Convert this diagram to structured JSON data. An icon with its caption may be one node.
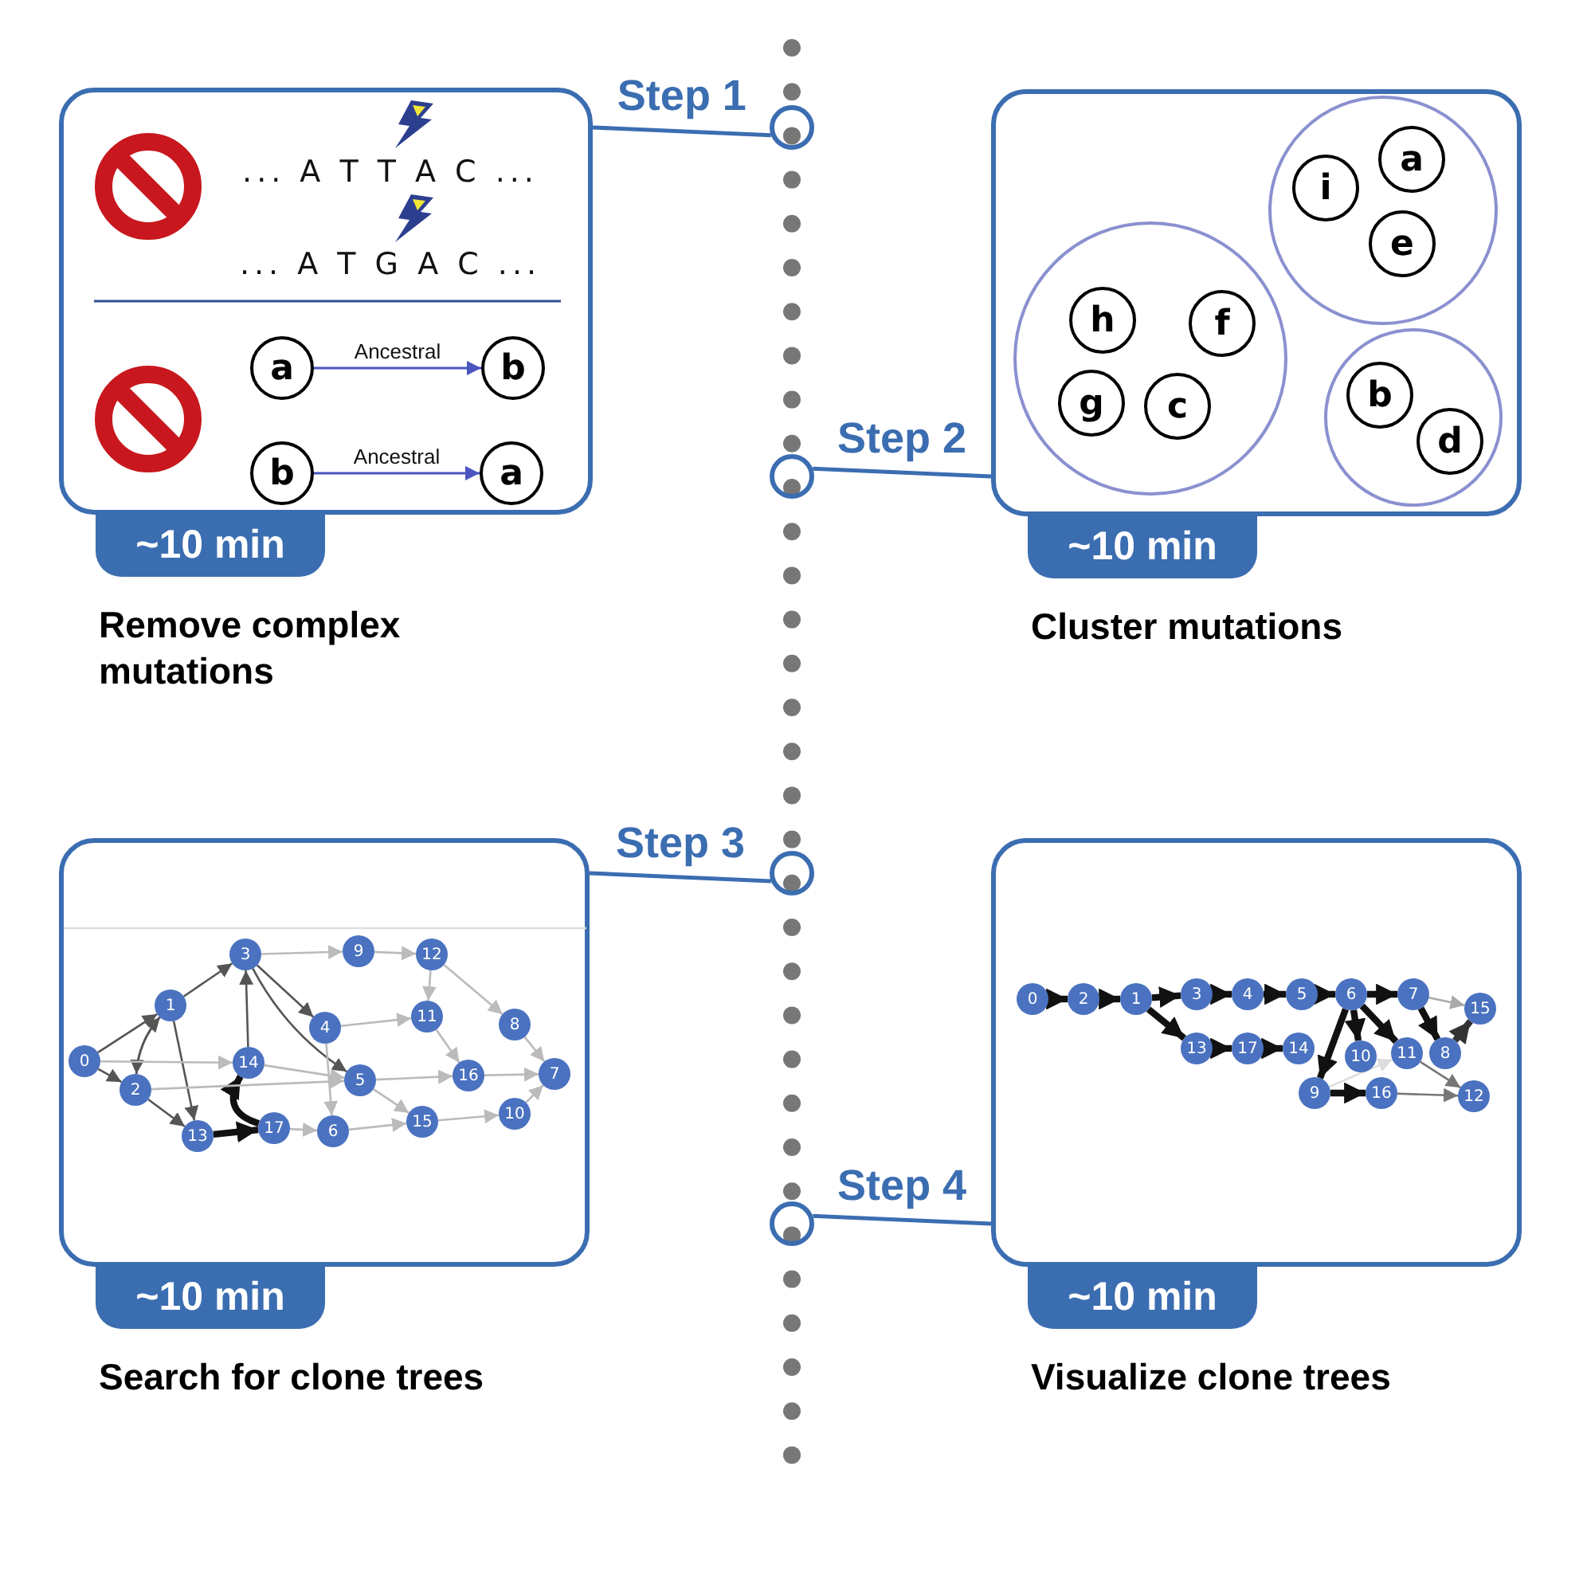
{
  "diagram": {
    "nodes": [
      {
        "text": [],
        "shape": "box",
        "beside": [
          "~10 min",
          "Remove complex mutations"
        ]
      },
      {
        "text": [],
        "shape": "circle"
      },
      {
        "text": [
          "a"
        ],
        "in": 0
      },
      {
        "text": [
          "b"
        ],
        "in": 0
      },
      {
        "text": [
          "b"
        ],
        "in": 0
      },
      {
        "text": [
          "a"
        ],
        "in": 0
      },
      {
        "text": [],
        "shape": "box",
        "beside": [
          "~10 min",
          "Cluster mutations"
        ]
      },
      {
        "text": [],
        "shape": "circle"
      },
      {
        "text": [],
        "shape": "circle",
        "in": 6
      },
      {
        "text": [
          "i"
        ],
        "in": 8
      },
      {
        "text": [
          "a"
        ],
        "in": 8
      },
      {
        "text": [
          "e"
        ],
        "in": 8
      },
      {
        "text": [],
        "shape": "circle",
        "in": 6
      },
      {
        "text": [
          "h"
        ],
        "in": 12
      },
      {
        "text": [
          "f"
        ],
        "in": 12
      },
      {
        "text": [
          "g"
        ],
        "in": 12
      },
      {
        "text": [
          "c"
        ],
        "in": 12
      },
      {
        "text": [],
        "shape": "circle",
        "in": 6
      },
      {
        "text": [
          "b"
        ],
        "in": 17
      },
      {
        "text": [
          "d"
        ],
        "in": 17
      },
      {
        "text": [],
        "shape": "box",
        "beside": [
          "~10 min",
          "Search for clone trees"
        ]
      },
      {
        "text": [],
        "shape": "circle"
      },
      {
        "text": [
          "0"
        ],
        "in": 20
      },
      {
        "text": [
          "1"
        ],
        "in": 20
      },
      {
        "text": [
          "2"
        ],
        "in": 20
      },
      {
        "text": [
          "3"
        ],
        "in": 20
      },
      {
        "text": [
          "4"
        ],
        "in": 20
      },
      {
        "text": [
          "5"
        ],
        "in": 20
      },
      {
        "text": [
          "6"
        ],
        "in": 20
      },
      {
        "text": [
          "7"
        ],
        "in": 20
      },
      {
        "text": [
          "8"
        ],
        "in": 20
      },
      {
        "text": [
          "9"
        ],
        "in": 20
      },
      {
        "text": [
          "10"
        ],
        "in": 20
      },
      {
        "text": [
          "11"
        ],
        "in": 20
      },
      {
        "text": [
          "12"
        ],
        "in": 20
      },
      {
        "text": [
          "13"
        ],
        "in": 20
      },
      {
        "text": [
          "14"
        ],
        "in": 20
      },
      {
        "text": [
          "15"
        ],
        "in": 20
      },
      {
        "text": [
          "16"
        ],
        "in": 20
      },
      {
        "text": [
          "17"
        ],
        "in": 20
      },
      {
        "text": [],
        "shape": "box",
        "beside": [
          "~10 min",
          "Visualize clone trees"
        ]
      },
      {
        "text": [],
        "shape": "circle"
      },
      {
        "text": [
          "0"
        ],
        "in": 40
      },
      {
        "text": [
          "1"
        ],
        "in": 40
      },
      {
        "text": [
          "2"
        ],
        "in": 40
      },
      {
        "text": [
          "3"
        ],
        "in": 40
      },
      {
        "text": [
          "4"
        ],
        "in": 40
      },
      {
        "text": [
          "5"
        ],
        "in": 40
      },
      {
        "text": [
          "6"
        ],
        "in": 40
      },
      {
        "text": [
          "7"
        ],
        "in": 40
      },
      {
        "text": [
          "8"
        ],
        "in": 40
      },
      {
        "text": [
          "9"
        ],
        "in": 40
      },
      {
        "text": [
          "10"
        ],
        "in": 40
      },
      {
        "text": [
          "11"
        ],
        "in": 40
      },
      {
        "text": [
          "12"
        ],
        "in": 40
      },
      {
        "text": [
          "13"
        ],
        "in": 40
      },
      {
        "text": [
          "14"
        ],
        "in": 40
      },
      {
        "text": [
          "15"
        ],
        "in": 40
      },
      {
        "text": [
          "16"
        ],
        "in": 40
      },
      {
        "text": [
          "17"
        ],
        "in": 40
      }
    ],
    "edges": [
      {
        "from": 0,
        "to": 1,
        "arrow": "none",
        "label": "Step 1",
        "color": "#3b6db1"
      },
      {
        "from": 6,
        "to": 7,
        "arrow": "none",
        "label": "Step 2",
        "color": "#3b6db1"
      },
      {
        "from": 20,
        "to": 21,
        "arrow": "none",
        "label": "Step 3",
        "color": "#3b6db1"
      },
      {
        "from": 40,
        "to": 41,
        "arrow": "none",
        "label": "Step 4",
        "color": "#3b6db1"
      },
      {
        "from": 2,
        "to": 3,
        "arrow": "to",
        "label": "Ancestral",
        "color": "#4a55c0"
      },
      {
        "from": 4,
        "to": 5,
        "arrow": "to",
        "label": "Ancestral",
        "color": "#4a55c0"
      },
      {
        "from": 22,
        "to": 23,
        "arrow": "to",
        "color": "#555555"
      },
      {
        "from": 22,
        "to": 24,
        "arrow": "to",
        "color": "#555555"
      },
      {
        "from": 24,
        "to": 23,
        "arrow": "to",
        "color": "#555555"
      },
      {
        "from": 23,
        "to": 24,
        "arrow": "to",
        "color": "#555555"
      },
      {
        "from": 23,
        "to": 35,
        "arrow": "to",
        "color": "#555555"
      },
      {
        "from": 24,
        "to": 35,
        "arrow": "to",
        "color": "#555555"
      },
      {
        "from": 36,
        "to": 25,
        "arrow": "to",
        "color": "#555555"
      },
      {
        "from": 23,
        "to": 25,
        "arrow": "to",
        "color": "#555555"
      },
      {
        "from": 25,
        "to": 26,
        "arrow": "to",
        "color": "#555555"
      },
      {
        "from": 25,
        "to": 27,
        "arrow": "to",
        "color": "#555555"
      },
      {
        "from": 35,
        "to": 39,
        "arrow": "to",
        "style": "thick",
        "color": "#111111"
      },
      {
        "from": 39,
        "to": 36,
        "arrow": "to",
        "style": "thick",
        "color": "#111111"
      },
      {
        "from": 22,
        "to": 36,
        "arrow": "to",
        "color": "#bbbbbb"
      },
      {
        "from": 24,
        "to": 27,
        "arrow": "to",
        "color": "#bbbbbb"
      },
      {
        "from": 25,
        "to": 31,
        "arrow": "to",
        "color": "#bbbbbb"
      },
      {
        "from": 31,
        "to": 34,
        "arrow": "to",
        "color": "#bbbbbb"
      },
      {
        "from": 26,
        "to": 33,
        "arrow": "to",
        "color": "#bbbbbb"
      },
      {
        "from": 27,
        "to": 38,
        "arrow": "to",
        "color": "#bbbbbb"
      },
      {
        "from": 28,
        "to": 37,
        "arrow": "to",
        "color": "#bbbbbb"
      },
      {
        "from": 37,
        "to": 32,
        "arrow": "to",
        "color": "#bbbbbb"
      },
      {
        "from": 38,
        "to": 29,
        "arrow": "to",
        "color": "#bbbbbb"
      },
      {
        "from": 30,
        "to": 29,
        "arrow": "to",
        "color": "#bbbbbb"
      },
      {
        "from": 34,
        "to": 30,
        "arrow": "to",
        "color": "#bbbbbb"
      },
      {
        "from": 39,
        "to": 28,
        "arrow": "to",
        "color": "#bbbbbb"
      },
      {
        "from": 26,
        "to": 28,
        "arrow": "to",
        "color": "#bbbbbb"
      },
      {
        "from": 33,
        "to": 38,
        "arrow": "to",
        "color": "#bbbbbb"
      },
      {
        "from": 32,
        "to": 29,
        "arrow": "to",
        "color": "#bbbbbb"
      },
      {
        "from": 36,
        "to": 27,
        "arrow": "to",
        "color": "#bbbbbb"
      },
      {
        "from": 27,
        "to": 37,
        "arrow": "to",
        "color": "#bbbbbb"
      },
      {
        "from": 34,
        "to": 33,
        "arrow": "to",
        "color": "#bbbbbb"
      },
      {
        "from": 42,
        "to": 44,
        "arrow": "to",
        "style": "thick",
        "color": "#111111"
      },
      {
        "from": 44,
        "to": 43,
        "arrow": "to",
        "style": "thick",
        "color": "#111111"
      },
      {
        "from": 43,
        "to": 45,
        "arrow": "to",
        "style": "thick",
        "color": "#111111"
      },
      {
        "from": 43,
        "to": 55,
        "arrow": "to",
        "style": "thick",
        "color": "#111111"
      },
      {
        "from": 45,
        "to": 46,
        "arrow": "to",
        "style": "thick",
        "color": "#111111"
      },
      {
        "from": 46,
        "to": 47,
        "arrow": "to",
        "style": "thick",
        "color": "#111111"
      },
      {
        "from": 47,
        "to": 48,
        "arrow": "to",
        "style": "thick",
        "color": "#111111"
      },
      {
        "from": 48,
        "to": 49,
        "arrow": "to",
        "style": "thick",
        "color": "#111111"
      },
      {
        "from": 48,
        "to": 51,
        "arrow": "to",
        "style": "thick",
        "color": "#111111"
      },
      {
        "from": 48,
        "to": 52,
        "arrow": "to",
        "style": "thick",
        "color": "#111111"
      },
      {
        "from": 48,
        "to": 53,
        "arrow": "to",
        "style": "thick",
        "color": "#111111"
      },
      {
        "from": 49,
        "to": 50,
        "arrow": "to",
        "style": "thick",
        "color": "#111111"
      },
      {
        "from": 55,
        "to": 59,
        "arrow": "to",
        "style": "thick",
        "color": "#111111"
      },
      {
        "from": 59,
        "to": 56,
        "arrow": "to",
        "style": "thick",
        "color": "#111111"
      },
      {
        "from": 51,
        "to": 58,
        "arrow": "to",
        "style": "thick",
        "color": "#111111"
      },
      {
        "from": 50,
        "to": 57,
        "arrow": "to",
        "style": "thick",
        "color": "#333333"
      },
      {
        "from": 49,
        "to": 57,
        "arrow": "to",
        "color": "#aaaaaa"
      },
      {
        "from": 51,
        "to": 53,
        "arrow": "to",
        "color": "#dddddd"
      },
      {
        "from": 53,
        "to": 54,
        "arrow": "to",
        "color": "#777777"
      },
      {
        "from": 58,
        "to": 54,
        "arrow": "to",
        "color": "#777777"
      }
    ],
    "labels": [
      "... A T T A C ...",
      "... A T G A C ..."
    ]
  }
}
